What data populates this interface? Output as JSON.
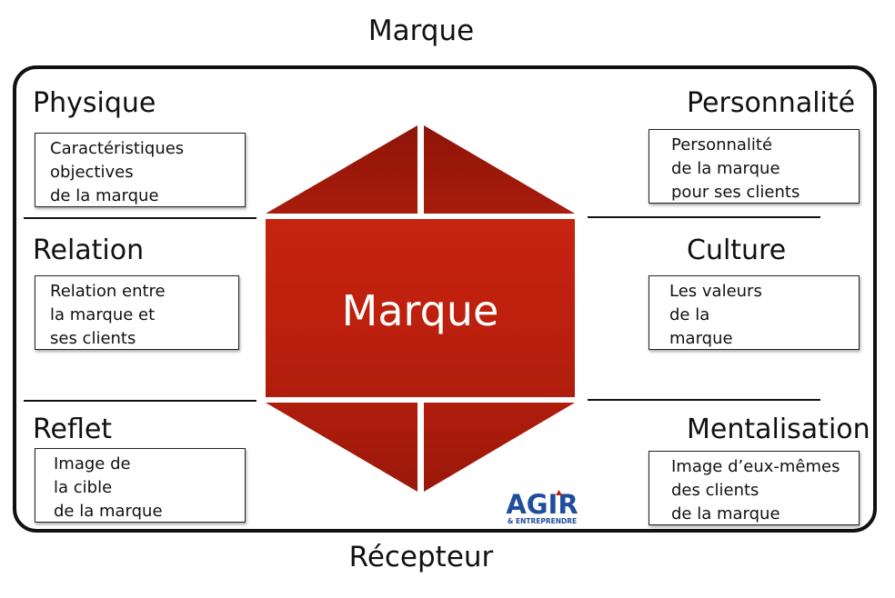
{
  "header": {
    "title": "Marque"
  },
  "footer": {
    "title": "Récepteur"
  },
  "center": {
    "label": "Marque",
    "color": "#c0200f"
  },
  "facets": {
    "physique": {
      "title": "Physique",
      "lines": [
        "Caractéristiques",
        "objectives",
        "de la marque"
      ]
    },
    "personnalite": {
      "title": "Personnalité",
      "lines": [
        "Personnalité",
        "de la marque",
        "pour ses clients"
      ]
    },
    "relation": {
      "title": "Relation",
      "lines": [
        "Relation entre",
        "la marque et",
        "ses clients"
      ]
    },
    "culture": {
      "title": "Culture",
      "lines": [
        "Les valeurs",
        "de la",
        "marque"
      ]
    },
    "reflet": {
      "title": "Reflet",
      "lines": [
        "Image de",
        "la cible",
        "de la marque"
      ]
    },
    "mentalisation": {
      "title": "Mentalisation",
      "lines": [
        "Image d’eux-mêmes",
        "des clients",
        "de la marque"
      ]
    }
  },
  "logo": {
    "text": "AGIR",
    "subtext": "& ENTREPRENDRE",
    "color": "#1f4e9c",
    "accent": "#c0200f"
  }
}
